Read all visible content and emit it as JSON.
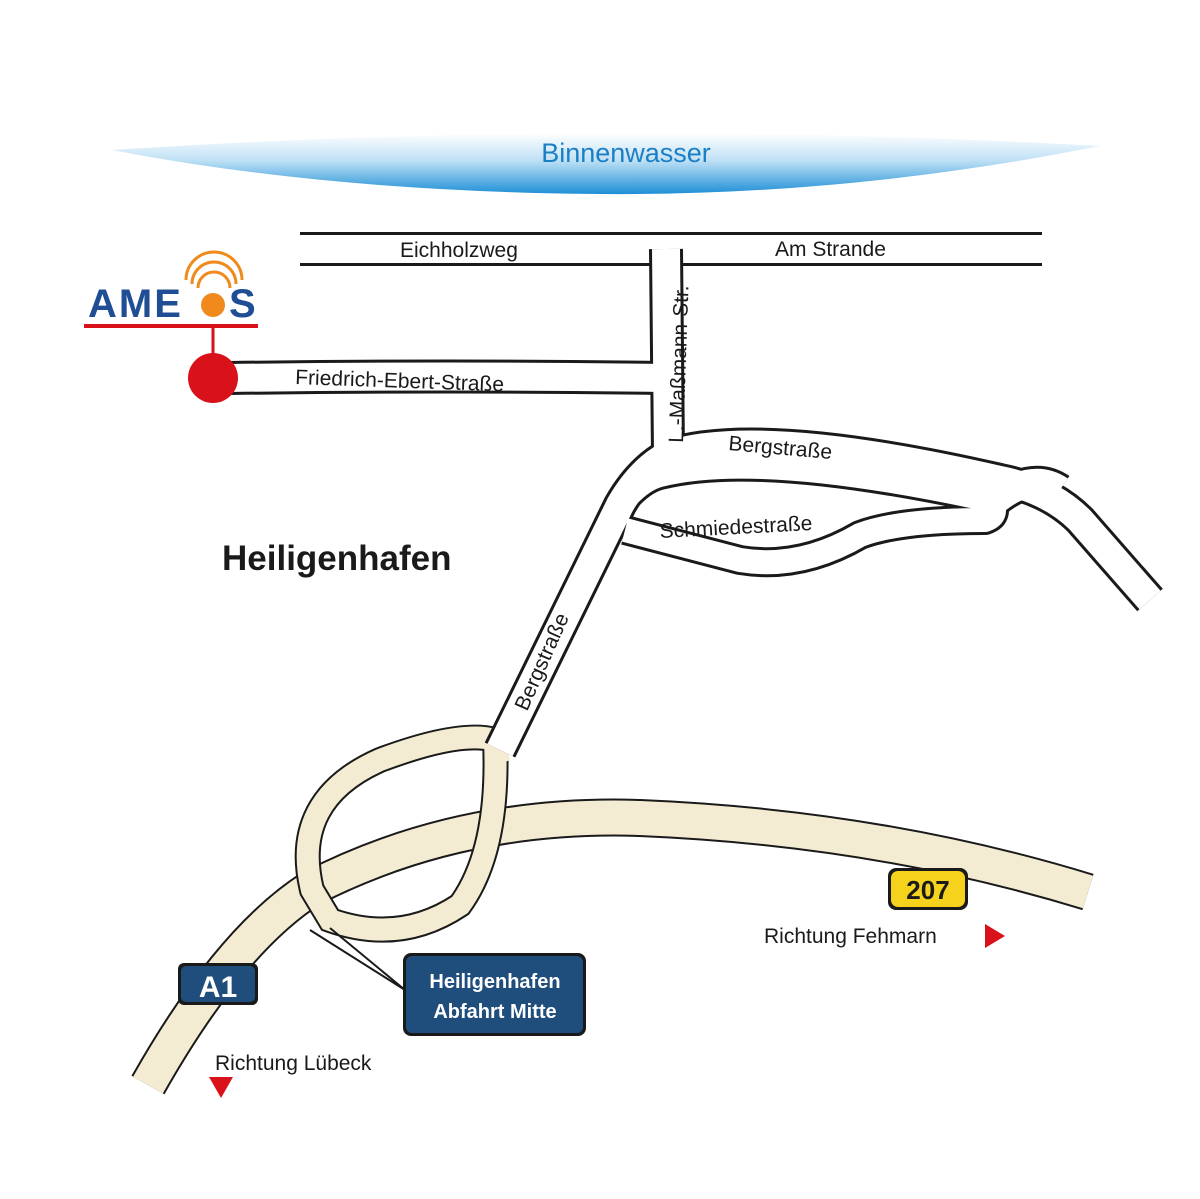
{
  "water": {
    "label": "Binnenwasser"
  },
  "logo": {
    "text_before": "AME",
    "text_after": "S",
    "brand_color": "#1f4e95",
    "accent_color": "#f08a1c"
  },
  "town": {
    "label": "Heiligenhafen"
  },
  "streets": {
    "eichholzweg": "Eichholzweg",
    "am_strande": "Am Strande",
    "massmann": "L.-Maßmann-Str.",
    "friedrich_ebert": "Friedrich-Ebert-Straße",
    "bergstrasse_upper": "Bergstraße",
    "schmiedestrasse": "Schmiedestraße",
    "bergstrasse_lower": "Bergstraße"
  },
  "highway": {
    "a1": "A1",
    "b207": "207"
  },
  "exit": {
    "line1": "Heiligenhafen",
    "line2": "Abfahrt Mitte"
  },
  "directions": {
    "fehmarn": "Richtung Fehmarn",
    "luebeck": "Richtung Lübeck"
  },
  "colors": {
    "road_fill": "#f4ecd2",
    "road_outline": "#1a1a1a",
    "marker_red": "#d9111a",
    "shield_blue": "#1f4e7c",
    "shield_yellow": "#f5d21c",
    "water_blue": "#1b7fc4"
  },
  "icons": {
    "location": "location-marker-icon",
    "arrow": "triangle-arrow-icon",
    "signal": "signal-waves-icon"
  }
}
